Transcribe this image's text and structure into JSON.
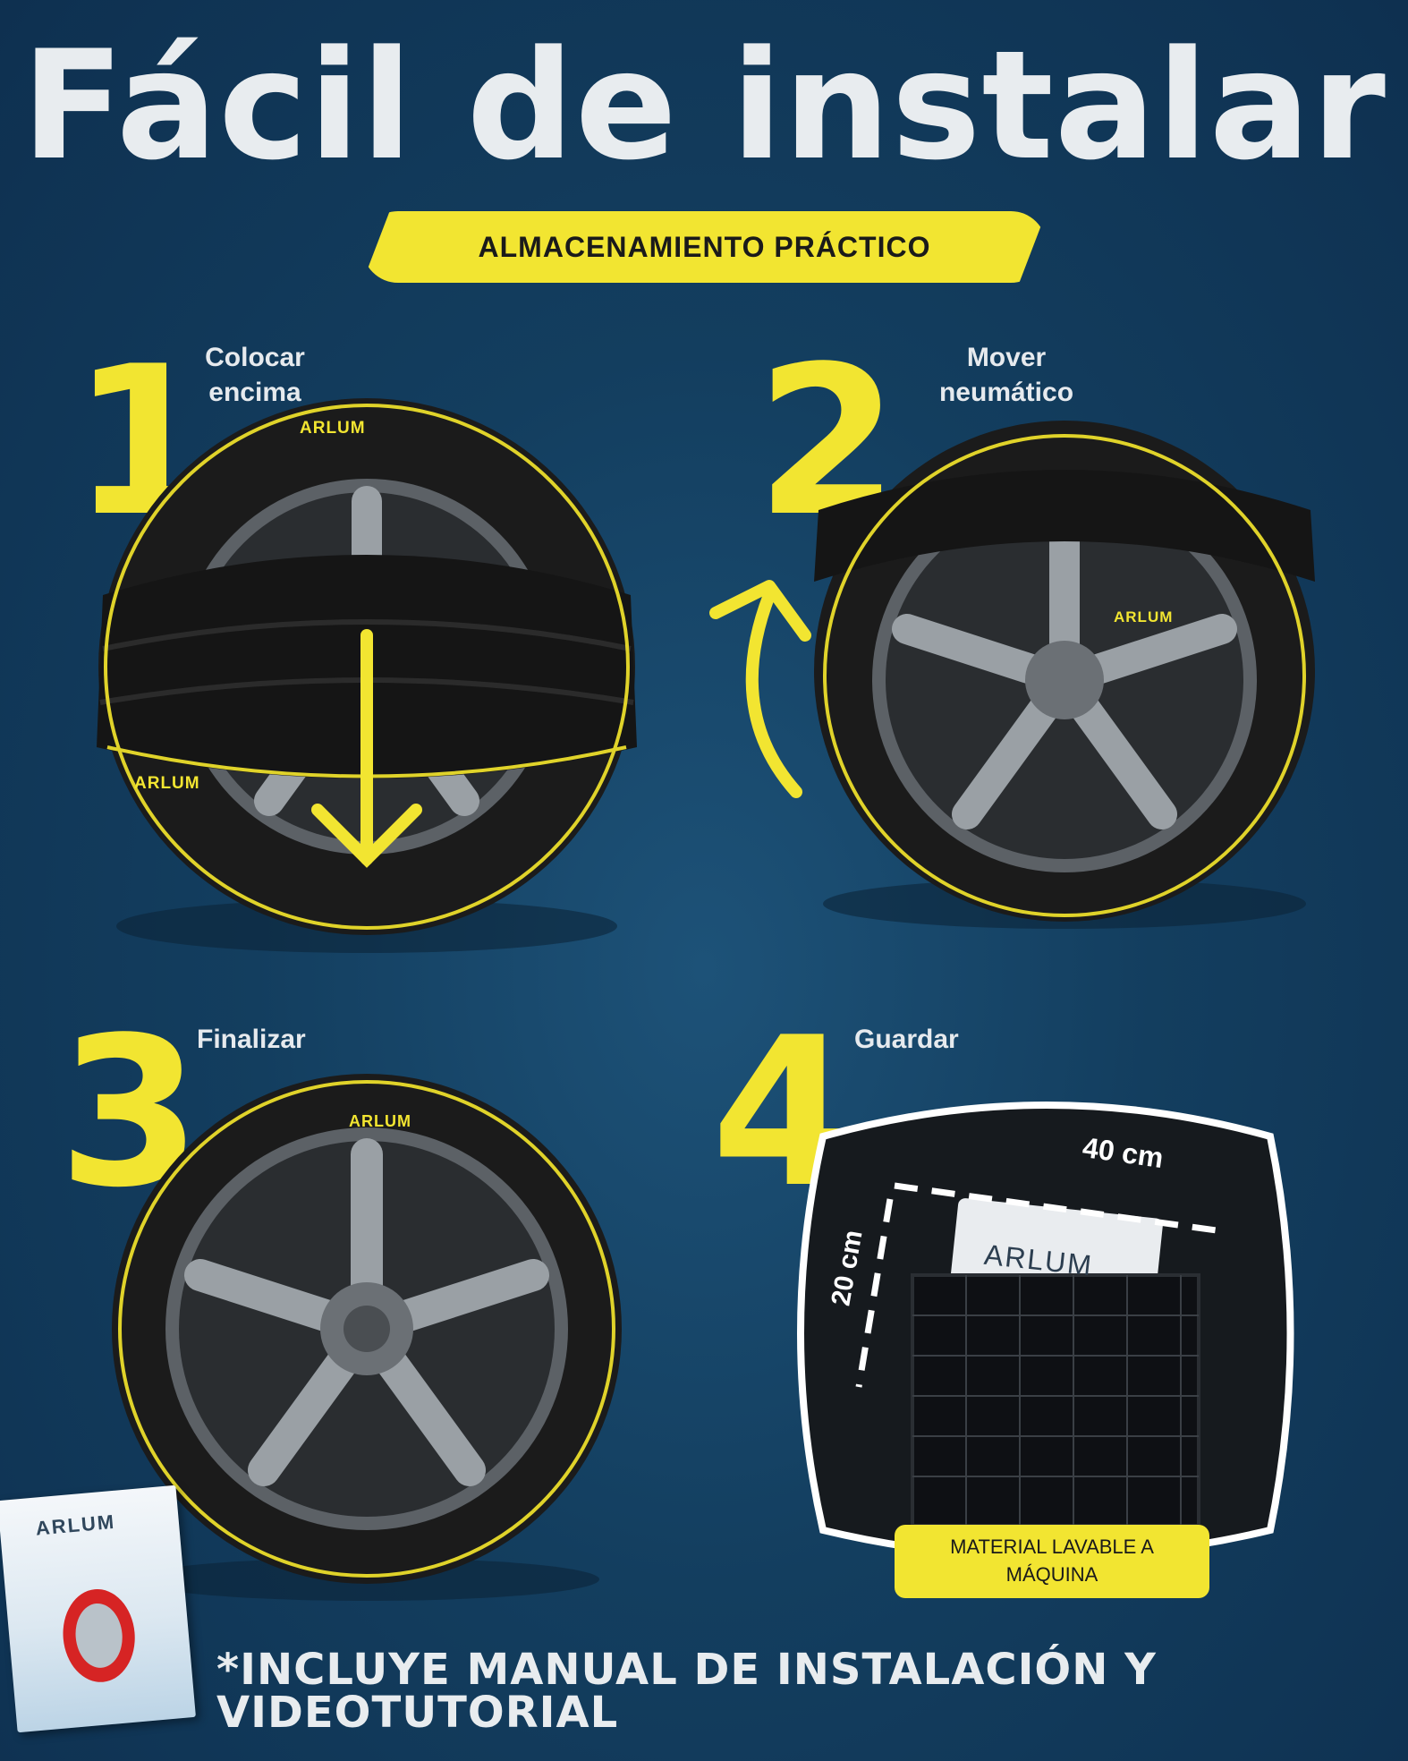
{
  "header": {
    "title": "Fácil de instalar"
  },
  "banner": {
    "text": "ALMACENAMIENTO PRÁCTICO"
  },
  "steps": [
    {
      "number": "1",
      "label": "Colocar encima"
    },
    {
      "number": "2",
      "label": "Mover neumático"
    },
    {
      "number": "3",
      "label": "Finalizar"
    },
    {
      "number": "4",
      "label": "Guardar"
    }
  ],
  "brand": {
    "name": "ARLUM"
  },
  "storage": {
    "width_label": "40 cm",
    "height_label": "20 cm",
    "material_tag": "MATERIAL LAVABLE A MÁQUINA"
  },
  "manual": {
    "brand": "ARLUM"
  },
  "footnote": {
    "text": "*INCLUYE MANUAL DE INSTALACIÓN Y VIDEOTUTORIAL"
  },
  "colors": {
    "accent": "#f2e531",
    "background": "#133e5f",
    "tire": "#1c1c1c",
    "rim": "#8a8f94"
  }
}
